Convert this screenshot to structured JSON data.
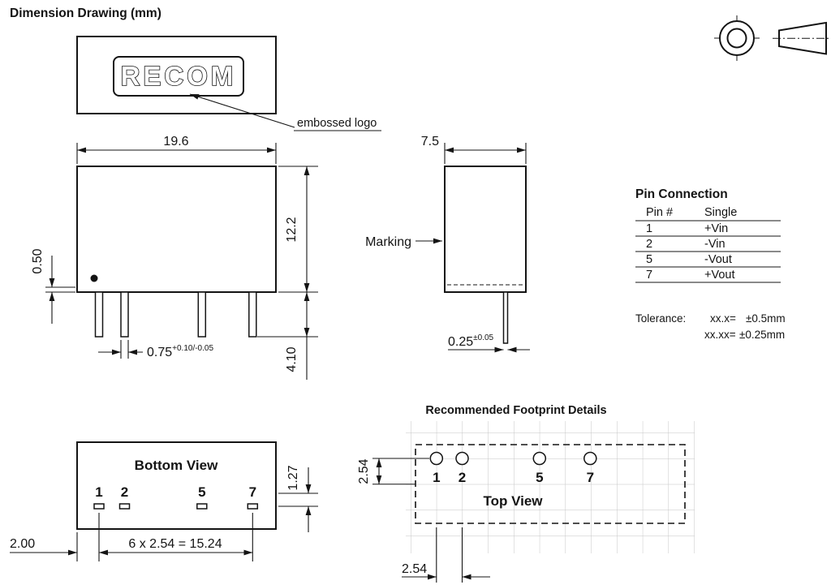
{
  "page": {
    "title": "Dimension Drawing (mm)"
  },
  "logo_view": {
    "logo_text": "RECOM",
    "callout": "embossed logo"
  },
  "front_view": {
    "width": "19.6",
    "height": "12.2",
    "standoff": "0.50",
    "pin_width": "0.75",
    "pin_width_tol": "+0.10/-0.05",
    "pin_length": "4.10"
  },
  "side_view": {
    "depth": "7.5",
    "marking": "Marking",
    "pin_thk": "0.25",
    "pin_thk_tol": "±0.05"
  },
  "pin_table": {
    "title": "Pin Connection",
    "headers": {
      "pin": "Pin #",
      "single": "Single"
    },
    "rows": [
      {
        "pin": "1",
        "single": "+Vin"
      },
      {
        "pin": "2",
        "single": "-Vin"
      },
      {
        "pin": "5",
        "single": "-Vout"
      },
      {
        "pin": "7",
        "single": "+Vout"
      }
    ],
    "tolerance": {
      "label": "Tolerance:",
      "k1": "xx.x=",
      "v1": "±0.5mm",
      "k2": "xx.xx=",
      "v2": "±0.25mm"
    }
  },
  "bottom_view": {
    "title": "Bottom View",
    "pins": [
      "1",
      "2",
      "5",
      "7"
    ],
    "pad_dim": "1.27",
    "edge_dim": "2.00",
    "span_dim": "6 x 2.54 = 15.24"
  },
  "footprint": {
    "title": "Recommended Footprint Details",
    "view": "Top View",
    "pins": [
      "1",
      "2",
      "5",
      "7"
    ],
    "row_pitch": "2.54",
    "col_pitch": "2.54"
  }
}
